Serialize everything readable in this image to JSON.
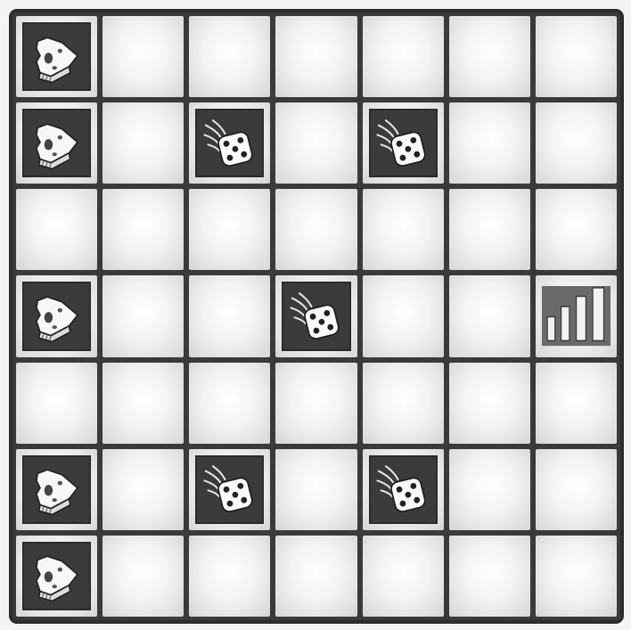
{
  "board": {
    "rows": 7,
    "cols": 7,
    "cells": [
      [
        "cheese",
        "empty",
        "empty",
        "empty",
        "empty",
        "empty",
        "empty"
      ],
      [
        "cheese",
        "empty",
        "die",
        "empty",
        "die",
        "empty",
        "empty"
      ],
      [
        "empty",
        "empty",
        "empty",
        "empty",
        "empty",
        "empty",
        "empty"
      ],
      [
        "cheese",
        "empty",
        "empty",
        "die",
        "empty",
        "empty",
        "goal-stairs"
      ],
      [
        "empty",
        "empty",
        "empty",
        "empty",
        "empty",
        "empty",
        "empty"
      ],
      [
        "cheese",
        "empty",
        "die",
        "empty",
        "die",
        "empty",
        "empty"
      ],
      [
        "cheese",
        "empty",
        "empty",
        "empty",
        "empty",
        "empty",
        "empty"
      ]
    ]
  },
  "icons": {
    "cheese": "cheese-icon",
    "die": "rolling-die-icon",
    "goal-stairs": "stairs-icon"
  },
  "colors": {
    "frame": "#2d2d2d",
    "tile": "#3b3b3b",
    "cell_light": "#ffffff"
  }
}
